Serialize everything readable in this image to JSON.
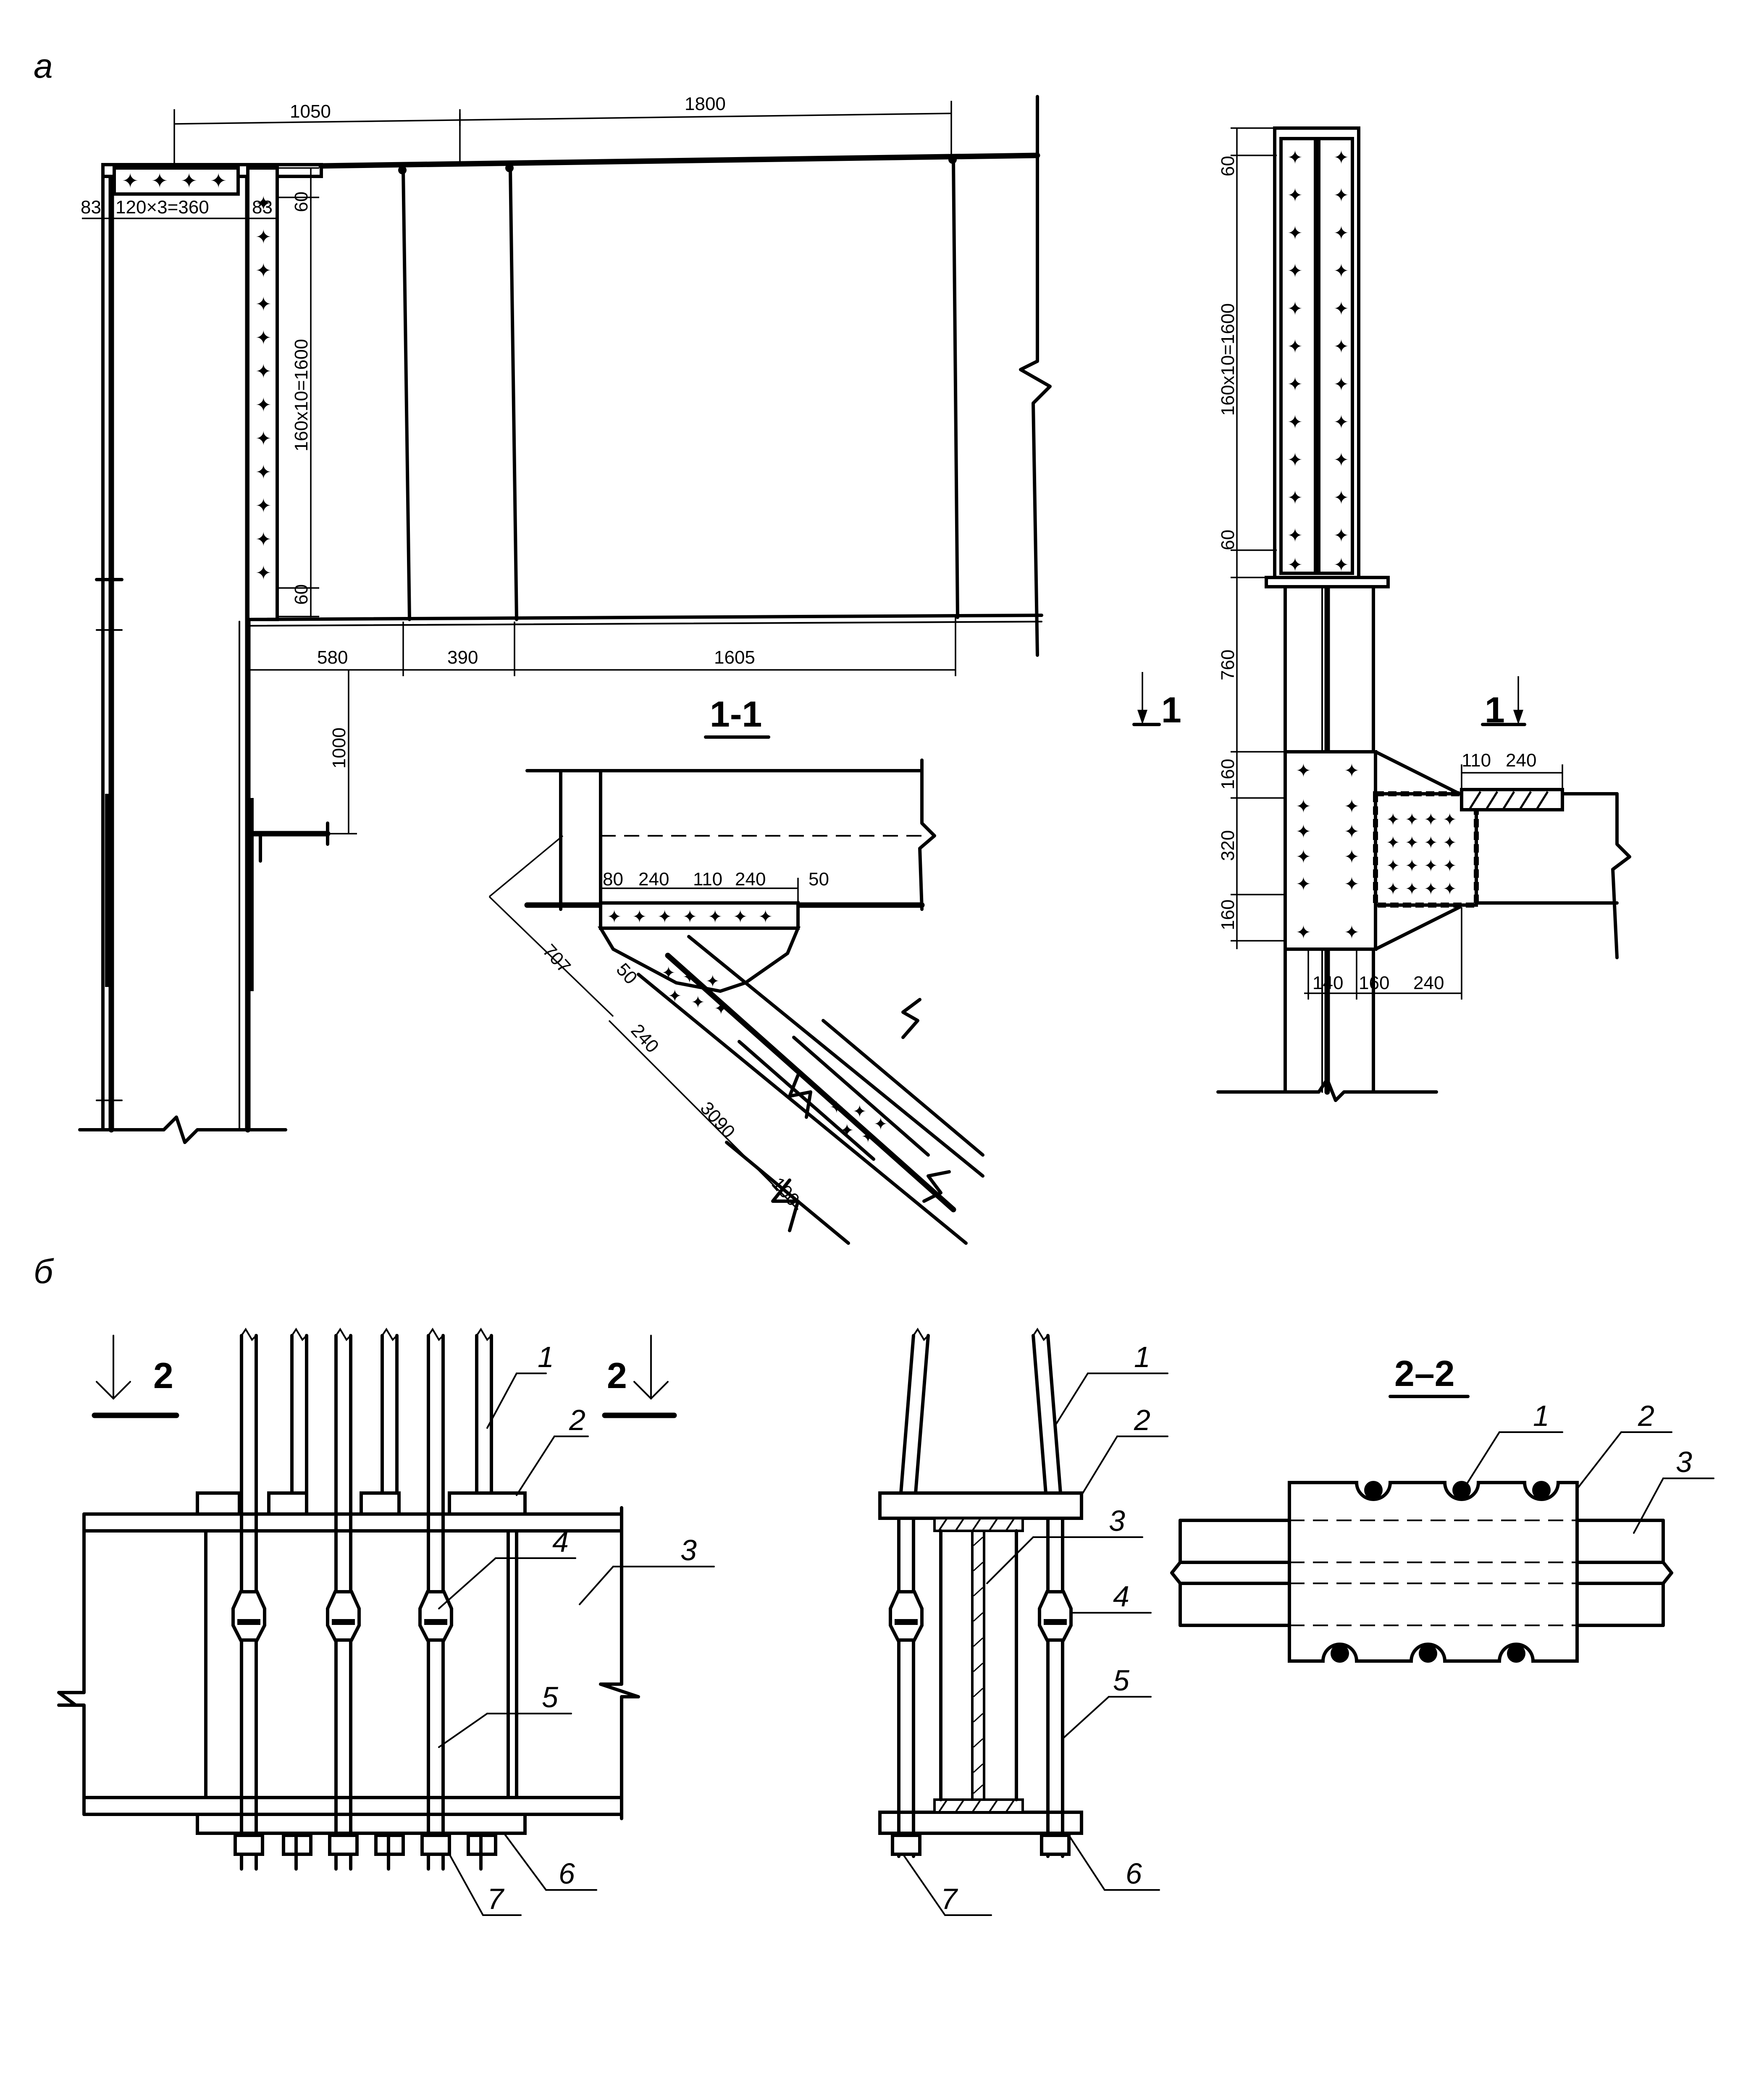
{
  "panel_labels": {
    "a": "а",
    "b": "б"
  },
  "sections": {
    "s1": "1-1",
    "s1_mark": "1",
    "s2": "2–2",
    "s2_mark": "2"
  },
  "dimensions": {
    "top_1050": "1050",
    "top_1800": "1800",
    "edge_83_left": "83",
    "bolt_row": "120×3=360",
    "edge_83_right": "83",
    "v60_top": "60",
    "v_1600": "160x10=1600",
    "v60_bottom": "60",
    "b580": "580",
    "b390": "390",
    "b1605": "1605",
    "v1000": "1000",
    "s1_80": "80",
    "s1_240a": "240",
    "s1_110": "110",
    "s1_240b": "240",
    "s1_50a": "50",
    "s1_707": "707",
    "s1_50b": "50",
    "s1_240c": "240",
    "s1_3090": "3090",
    "s1_100": "100",
    "r60_top": "60",
    "r_1600": "160x10=1600",
    "r60_bottom": "60",
    "r760": "760",
    "r160a": "160",
    "r320": "320",
    "r160b": "160",
    "r110": "110",
    "r240a": "240",
    "r140": "140",
    "r160c": "160",
    "r240b": "240"
  },
  "part_numbers": {
    "p1": "1",
    "p2": "2",
    "p3": "3",
    "p4": "4",
    "p5": "5",
    "p6": "6",
    "p7": "7"
  }
}
